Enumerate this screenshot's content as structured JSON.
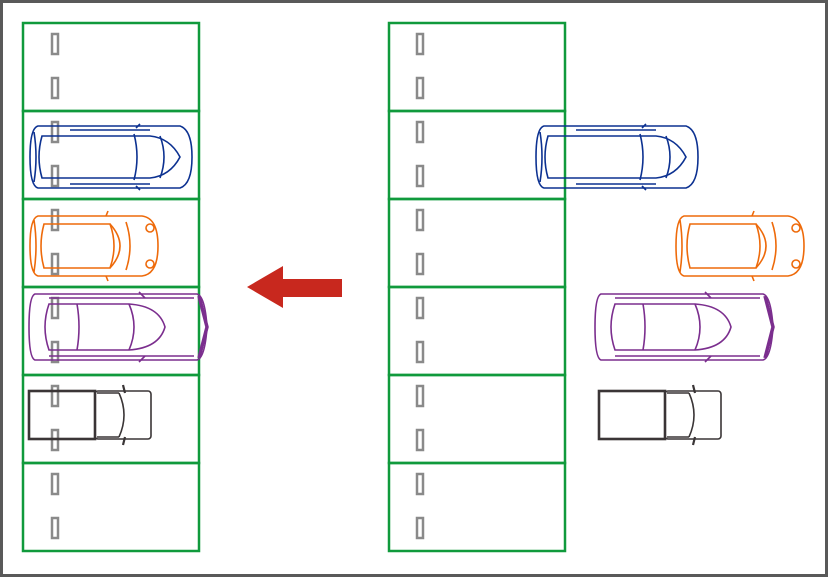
{
  "colors": {
    "slot_line": "#109a3c",
    "marker": "#8a8a8a",
    "arrow": "#c8281e",
    "frame": "#595959"
  },
  "parking_rows": [
    {
      "name": "before-parking-row",
      "slots": 6
    },
    {
      "name": "after-parking-row",
      "slots": 6
    }
  ],
  "vehicles": [
    {
      "type": "wagon",
      "color": "#0c3191"
    },
    {
      "type": "compact",
      "color": "#ee6a0a"
    },
    {
      "type": "sedan",
      "color": "#7b2e8e"
    },
    {
      "type": "truck",
      "color": "#3a3536"
    }
  ],
  "arrow_direction": "left"
}
